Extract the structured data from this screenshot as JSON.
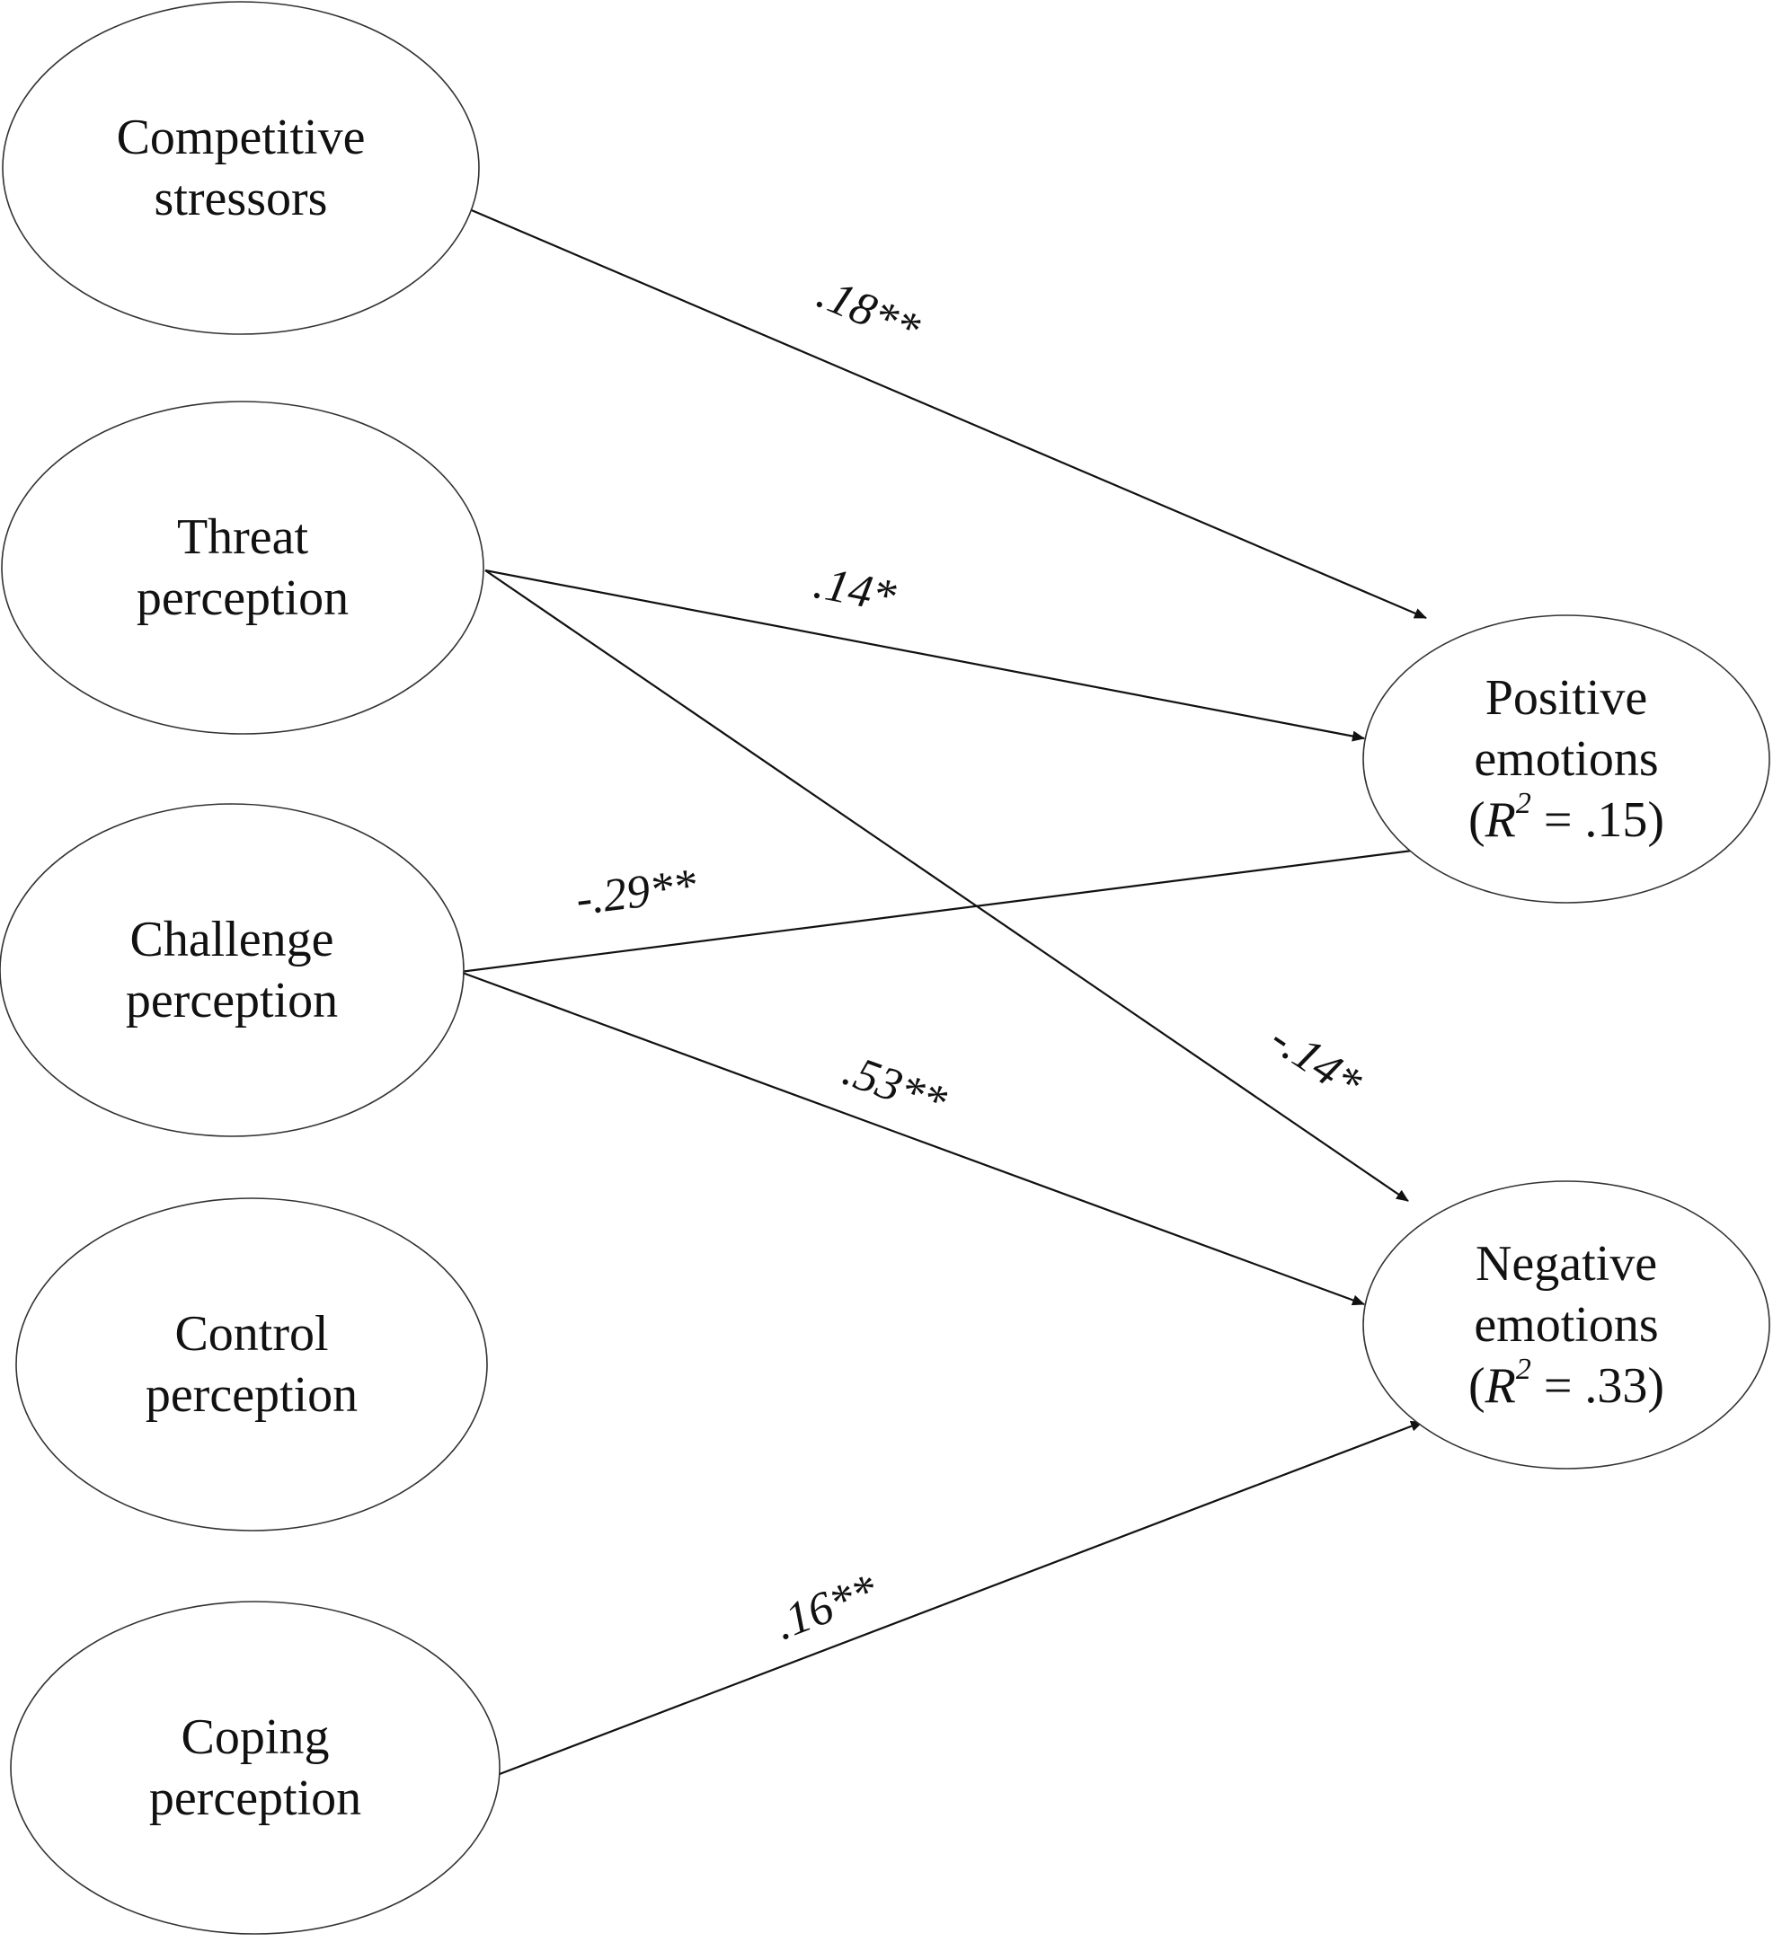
{
  "diagram": {
    "nodes": [
      {
        "id": "competitive",
        "lines": [
          "Competitive",
          "stressors"
        ]
      },
      {
        "id": "threat",
        "lines": [
          "Threat",
          "perception"
        ]
      },
      {
        "id": "challenge",
        "lines": [
          "Challenge",
          "perception"
        ]
      },
      {
        "id": "control",
        "lines": [
          "Control",
          "perception"
        ]
      },
      {
        "id": "coping",
        "lines": [
          "Coping",
          "perception"
        ]
      },
      {
        "id": "positive",
        "lines": [
          "Positive",
          "emotions"
        ],
        "stat": {
          "open": "(",
          "symbol": "R",
          "sup": "2",
          "rest": " = .15)"
        }
      },
      {
        "id": "negative",
        "lines": [
          "Negative",
          "emotions"
        ],
        "stat": {
          "open": "(",
          "symbol": "R",
          "sup": "2",
          "rest": " = .33)"
        }
      }
    ],
    "edges": [
      {
        "from": "competitive",
        "to": "positive",
        "label": ".18**"
      },
      {
        "from": "threat",
        "to": "positive",
        "label": ".14*"
      },
      {
        "from": "threat",
        "to": "negative",
        "label": "-.14*"
      },
      {
        "from": "challenge",
        "to": "positive",
        "label": "-.29**"
      },
      {
        "from": "challenge",
        "to": "negative",
        "label": ".53**"
      },
      {
        "from": "coping",
        "to": "negative",
        "label": ".16**"
      }
    ]
  }
}
